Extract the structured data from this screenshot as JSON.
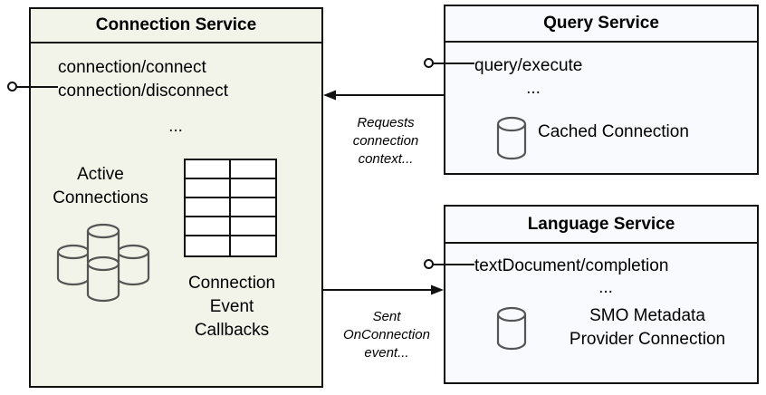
{
  "diagram": {
    "title_omitted": true,
    "colors": {
      "connection_service_fill": "#f2f4e9",
      "service_fill": "#f9fafd",
      "stroke": "#111111",
      "cylinder_stroke": "#555555"
    }
  },
  "connection_service": {
    "title": "Connection Service",
    "operations": [
      "connection/connect",
      "connection/disconnect"
    ],
    "ellipsis": "...",
    "active_connections_label_line1": "Active",
    "active_connections_label_line2": "Connections",
    "callbacks_label_line1": "Connection",
    "callbacks_label_line2": "Event",
    "callbacks_label_line3": "Callbacks",
    "table_rows": 5,
    "table_cols": 2,
    "cylinder_count": 4,
    "interface_icon": "lollipop-interface-icon"
  },
  "query_service": {
    "title": "Query Service",
    "operations": [
      "query/execute"
    ],
    "ellipsis": "...",
    "store_label": "Cached Connection",
    "store_icon": "database-cylinder-icon",
    "interface_icon": "lollipop-interface-icon"
  },
  "language_service": {
    "title": "Language Service",
    "operations": [
      "textDocument/completion"
    ],
    "ellipsis": "...",
    "store_label_line1": "SMO Metadata",
    "store_label_line2": "Provider Connection",
    "store_icon": "database-cylinder-icon",
    "interface_icon": "lollipop-interface-icon"
  },
  "connectors": {
    "query_to_connection": {
      "label_line1": "Requests",
      "label_line2": "connection",
      "label_line3": "context...",
      "direction": "query-service-to-connection-service"
    },
    "connection_to_language": {
      "label_line1": "Sent",
      "label_line2": "OnConnection",
      "label_line3": "event...",
      "direction": "connection-service-to-language-service"
    }
  }
}
